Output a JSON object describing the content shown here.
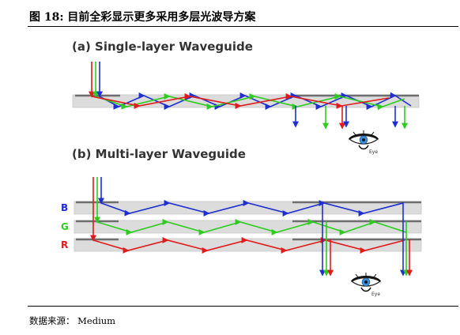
{
  "figure": {
    "title": "图 18:  目前全彩显示更多采用多层光波导方案",
    "source": "数据来源： Medium"
  },
  "panels": {
    "single": {
      "title": "(a) Single-layer Waveguide",
      "eye_label": "Eye"
    },
    "multi": {
      "title": "(b) Multi-layer Waveguide",
      "eye_label": "Eye",
      "layers": [
        {
          "label": "B",
          "color": "#1f2fd0"
        },
        {
          "label": "G",
          "color": "#2ecc1f"
        },
        {
          "label": "R",
          "color": "#e01b1b"
        }
      ]
    }
  },
  "colors": {
    "blue": "#1f2fd0",
    "green": "#2ecc1f",
    "red": "#e01b1b",
    "slab": "#dcdcdc",
    "grating": "#6e6e6e",
    "eye_blue": "#3a8fd8"
  }
}
